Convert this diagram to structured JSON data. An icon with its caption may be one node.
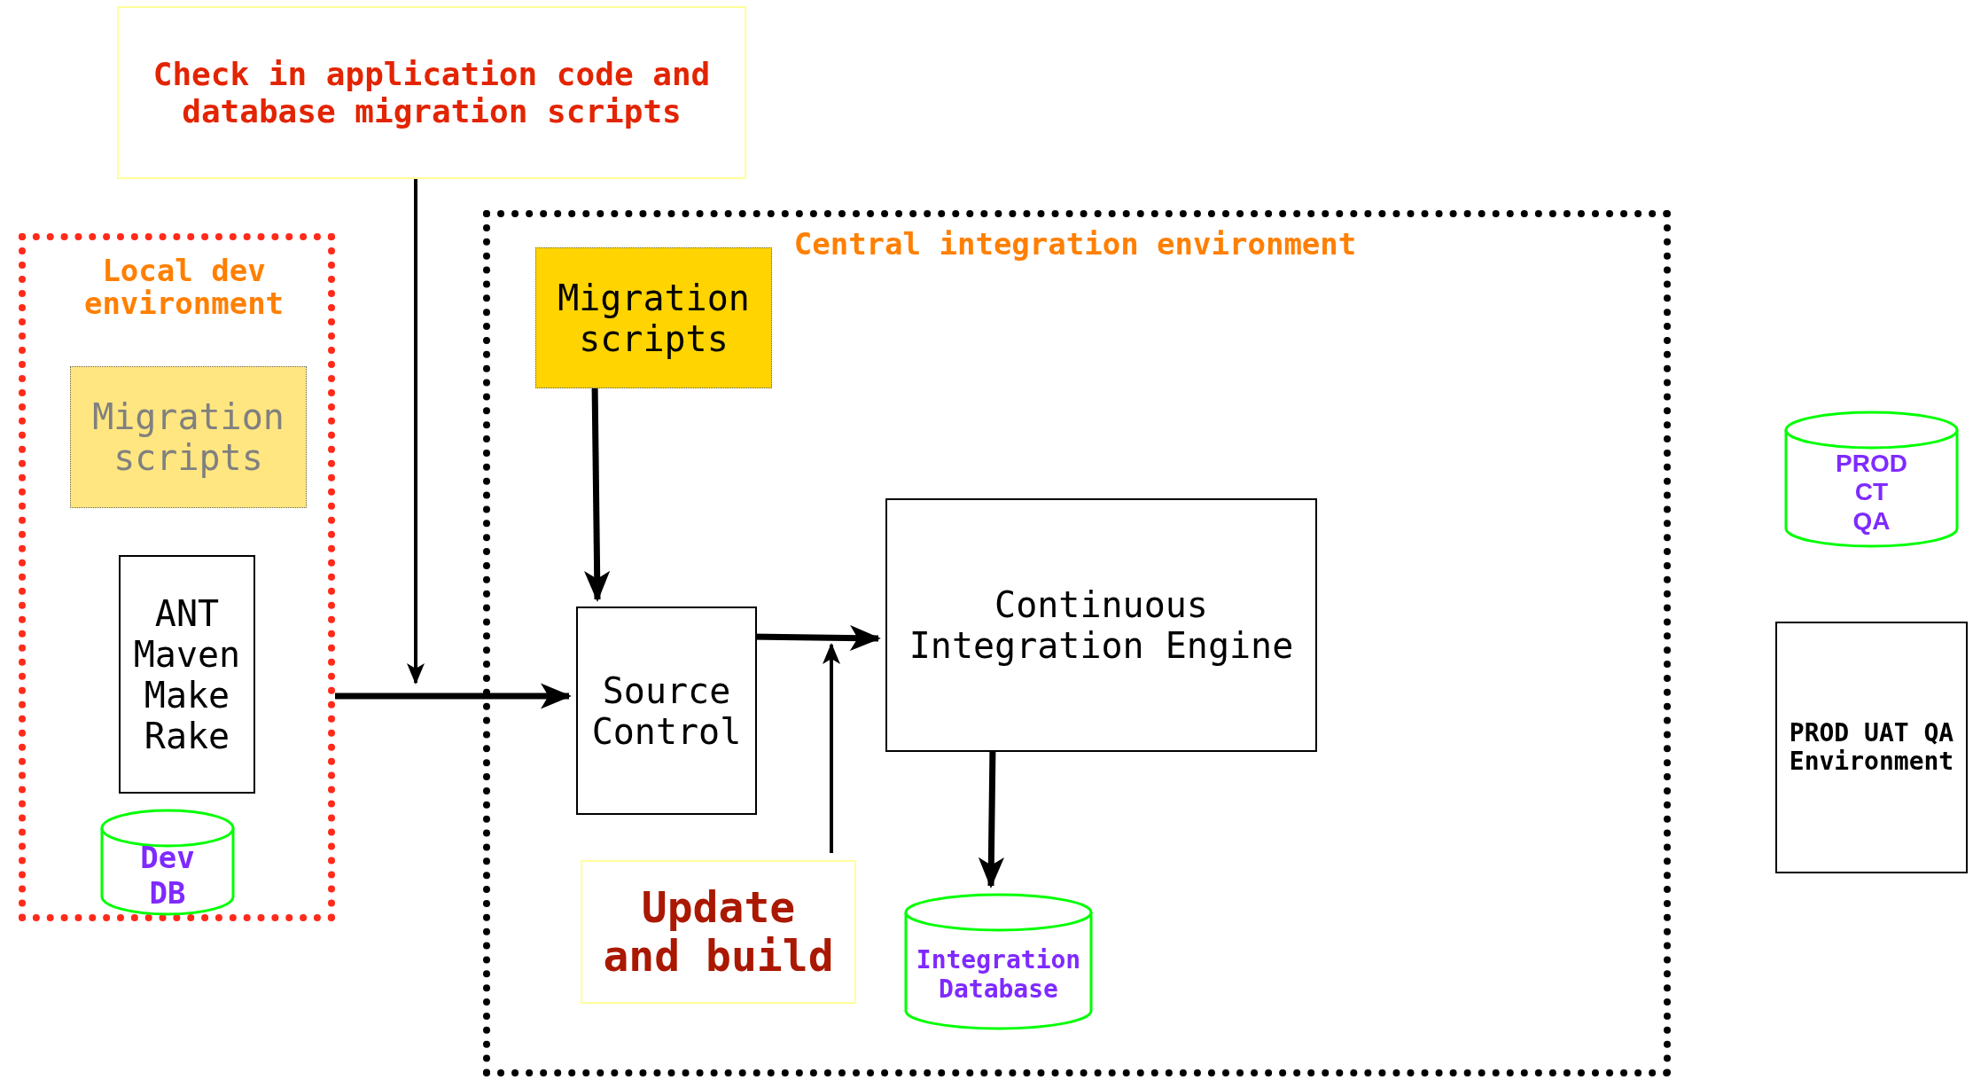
{
  "diagram": {
    "nodes": [
      {
        "text": [
          "Check in application code and database migration scripts"
        ]
      },
      {
        "text": [
          "Local dev environment"
        ]
      },
      {
        "text": [
          "Migration scripts"
        ],
        "in": 1
      },
      {
        "text": [
          "ANT Maven Make Rake"
        ],
        "in": 1
      },
      {
        "text": [
          "Dev DB"
        ],
        "in": 1
      },
      {
        "text": [
          "Central integration environment"
        ]
      },
      {
        "text": [
          "Migration scripts"
        ],
        "in": 5
      },
      {
        "text": [
          "Source Control"
        ],
        "in": 5
      },
      {
        "text": [
          "Continuous Integration Engine"
        ],
        "in": 5
      },
      {
        "text": [
          "Update and build"
        ],
        "in": 5
      },
      {
        "text": [
          "Integration Database"
        ],
        "in": 5
      },
      {
        "text": [
          "PROD CT QA"
        ]
      },
      {
        "text": [
          "PROD UAT QA Environment"
        ]
      }
    ],
    "edges": [
      {
        "from": 0,
        "to": null,
        "arrow": "to"
      },
      {
        "from": 1,
        "to": 7,
        "arrow": "to"
      },
      {
        "from": 6,
        "to": 7,
        "arrow": "to"
      },
      {
        "from": 7,
        "to": 8,
        "arrow": "to"
      },
      {
        "from": 9,
        "to": null,
        "arrow": "to"
      },
      {
        "from": 8,
        "to": 10,
        "arrow": "to"
      }
    ]
  }
}
